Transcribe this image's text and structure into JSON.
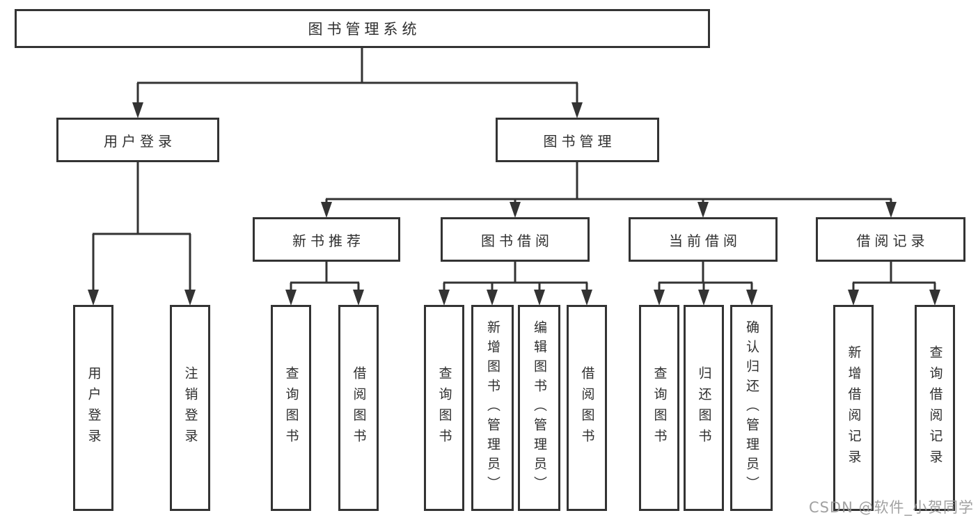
{
  "diagram": {
    "type": "hierarchy-tree",
    "root": {
      "label": "图书管理系统",
      "children": [
        {
          "label": "用户登录",
          "children": [
            {
              "label": "用户登录"
            },
            {
              "label": "注销登录"
            }
          ]
        },
        {
          "label": "图书管理",
          "children": [
            {
              "label": "新书推荐",
              "children": [
                {
                  "label": "查询图书"
                },
                {
                  "label": "借阅图书"
                }
              ]
            },
            {
              "label": "图书借阅",
              "children": [
                {
                  "label": "查询图书"
                },
                {
                  "label": "新增图书（管理员）"
                },
                {
                  "label": "编辑图书（管理员）"
                },
                {
                  "label": "借阅图书"
                }
              ]
            },
            {
              "label": "当前借阅",
              "children": [
                {
                  "label": "查询图书"
                },
                {
                  "label": "归还图书"
                },
                {
                  "label": "确认归还（管理员）"
                }
              ]
            },
            {
              "label": "借阅记录",
              "children": [
                {
                  "label": "新增借阅记录"
                },
                {
                  "label": "查询借阅记录"
                }
              ]
            }
          ]
        }
      ]
    }
  },
  "watermark": {
    "text": "CSDN @软件_小贺同学"
  },
  "colors": {
    "line": "#333333",
    "box_border": "#333333",
    "box_background": "#ffffff",
    "text": "#2f2f2f",
    "watermark": "#949494",
    "page_background": "#ffffff"
  }
}
